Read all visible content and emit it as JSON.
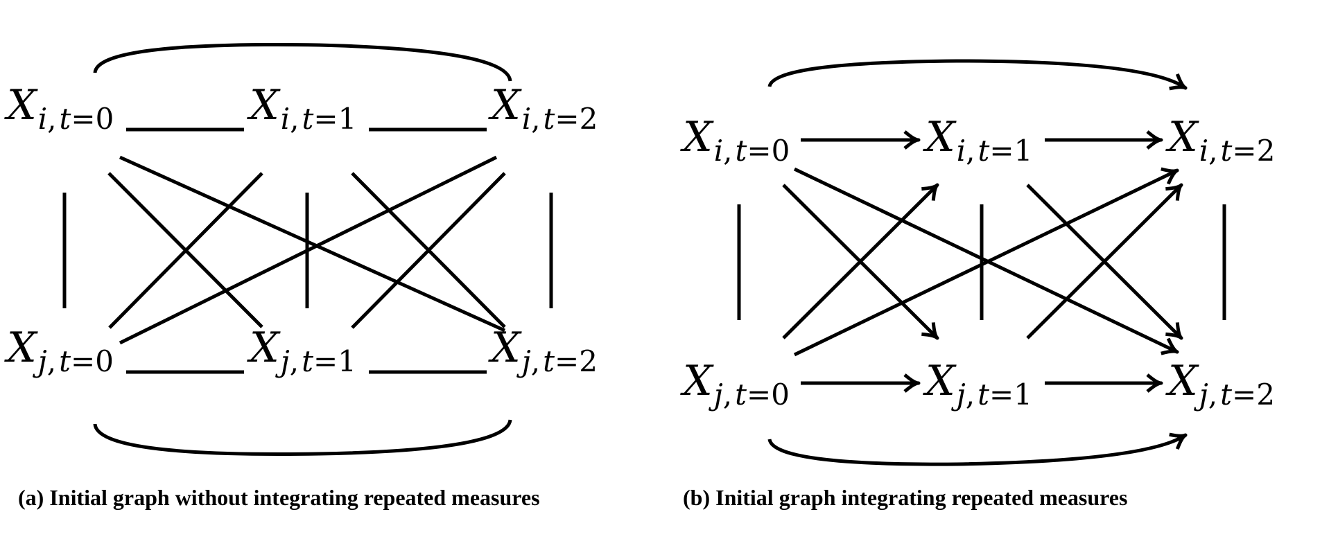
{
  "panels": [
    {
      "id": "a",
      "caption": "(a) Initial graph without integrating repeated measures",
      "directed": false,
      "nodes": [
        {
          "id": "i0",
          "base": "X",
          "var": "i",
          "t": "t=0"
        },
        {
          "id": "i1",
          "base": "X",
          "var": "i",
          "t": "t=1"
        },
        {
          "id": "i2",
          "base": "X",
          "var": "i",
          "t": "t=2"
        },
        {
          "id": "j0",
          "base": "X",
          "var": "j",
          "t": "t=0"
        },
        {
          "id": "j1",
          "base": "X",
          "var": "j",
          "t": "t=1"
        },
        {
          "id": "j2",
          "base": "X",
          "var": "j",
          "t": "t=2"
        }
      ],
      "edges": [
        [
          "i0",
          "i1"
        ],
        [
          "i1",
          "i2"
        ],
        [
          "j0",
          "j1"
        ],
        [
          "j1",
          "j2"
        ],
        [
          "i0",
          "j0"
        ],
        [
          "i1",
          "j1"
        ],
        [
          "i2",
          "j2"
        ],
        [
          "i0",
          "j1"
        ],
        [
          "i0",
          "j2"
        ],
        [
          "j0",
          "i1"
        ],
        [
          "j0",
          "i2"
        ],
        [
          "i1",
          "j2"
        ],
        [
          "j1",
          "i2"
        ],
        [
          "i0",
          "i2"
        ],
        [
          "j0",
          "j2"
        ]
      ]
    },
    {
      "id": "b",
      "caption": "(b) Initial graph integrating repeated measures",
      "directed": true,
      "nodes": [
        {
          "id": "i0",
          "base": "X",
          "var": "i",
          "t": "t=0"
        },
        {
          "id": "i1",
          "base": "X",
          "var": "i",
          "t": "t=1"
        },
        {
          "id": "i2",
          "base": "X",
          "var": "i",
          "t": "t=2"
        },
        {
          "id": "j0",
          "base": "X",
          "var": "j",
          "t": "t=0"
        },
        {
          "id": "j1",
          "base": "X",
          "var": "j",
          "t": "t=1"
        },
        {
          "id": "j2",
          "base": "X",
          "var": "j",
          "t": "t=2"
        }
      ],
      "edges": [
        [
          "i0",
          "i1"
        ],
        [
          "i1",
          "i2"
        ],
        [
          "j0",
          "j1"
        ],
        [
          "j1",
          "j2"
        ],
        [
          "i0",
          "j0"
        ],
        [
          "i1",
          "j1"
        ],
        [
          "i2",
          "j2"
        ],
        [
          "i0",
          "j1"
        ],
        [
          "i0",
          "j2"
        ],
        [
          "j0",
          "i1"
        ],
        [
          "j0",
          "i2"
        ],
        [
          "i1",
          "j2"
        ],
        [
          "j1",
          "i2"
        ],
        [
          "i0",
          "i2"
        ],
        [
          "j0",
          "j2"
        ]
      ]
    }
  ]
}
